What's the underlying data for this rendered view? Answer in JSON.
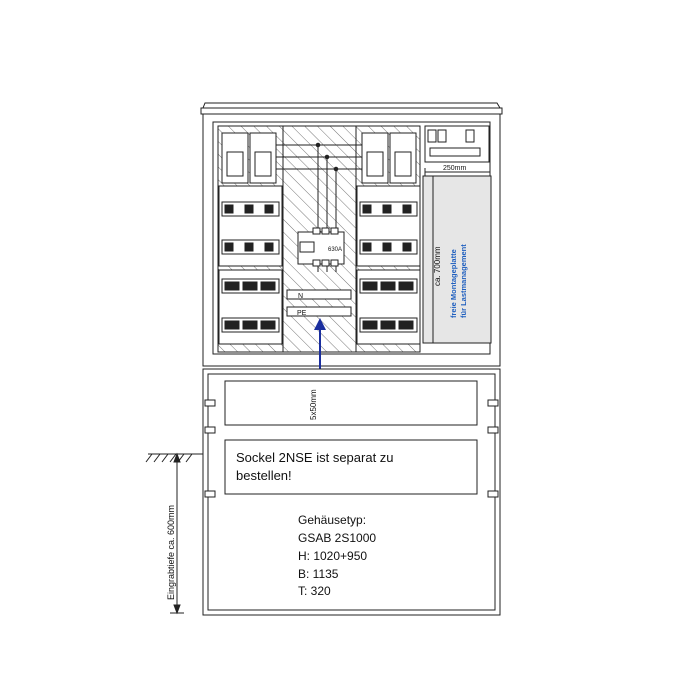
{
  "labels": {
    "width_dim": "250mm",
    "height_dim": "ca. 700mm",
    "side_panel_line1": "freie Montageplatte",
    "side_panel_line2": "für Lastmanagement",
    "breaker_rating": "630A",
    "neutral_bar": "N",
    "pe_bar": "PE",
    "busbar_dim": "5x50mm",
    "base_note_line1": "Sockel 2NSE ist separat zu",
    "base_note_line2": "bestellen!",
    "depth_dim": "Eingrabtiefe ca. 600mm"
  },
  "specs": {
    "title": "Gehäusetyp:",
    "model": "GSAB 2S1000",
    "height": "H: 1020+950",
    "width": "B: 1135",
    "depth": "T: 320"
  },
  "colors": {
    "line": "#222222",
    "side_panel_fill": "#e6e6e6",
    "side_panel_text": "#1f5fbf",
    "arrow": "#1a2e9e"
  }
}
